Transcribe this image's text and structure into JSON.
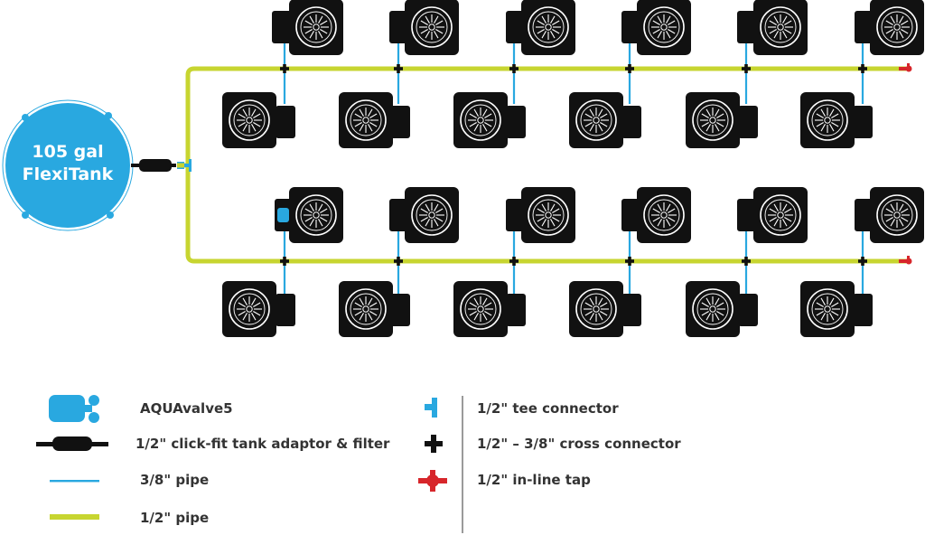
{
  "tank": {
    "line1": "105 gal",
    "line2": "FlexiTank",
    "color": "#29a8e0"
  },
  "colors": {
    "pipe_half": "#c7d530",
    "pipe_three_eighths": "#29a8e0",
    "tee": "#29a8e0",
    "cross": "#111111",
    "tap": "#d7262b",
    "pot": "#111111",
    "valve": "#29a8e0"
  },
  "system": {
    "rows_per_line": 2,
    "pots_per_row": 6,
    "lines": 2
  },
  "legend": {
    "left": [
      {
        "icon": "aquavalve-icon",
        "label": "AQUAvalve5"
      },
      {
        "icon": "tank-adaptor-filter-icon",
        "label": "1/2\" click-fit tank adaptor & filter"
      },
      {
        "icon": "three-eighths-pipe-icon",
        "label": "3/8\" pipe"
      },
      {
        "icon": "half-inch-pipe-icon",
        "label": "1/2\" pipe"
      }
    ],
    "right": [
      {
        "icon": "tee-connector-icon",
        "label": "1/2\" tee connector"
      },
      {
        "icon": "cross-connector-icon",
        "label": "1/2\" – 3/8\" cross connector"
      },
      {
        "icon": "inline-tap-icon",
        "label": "1/2\" in-line tap"
      }
    ]
  }
}
